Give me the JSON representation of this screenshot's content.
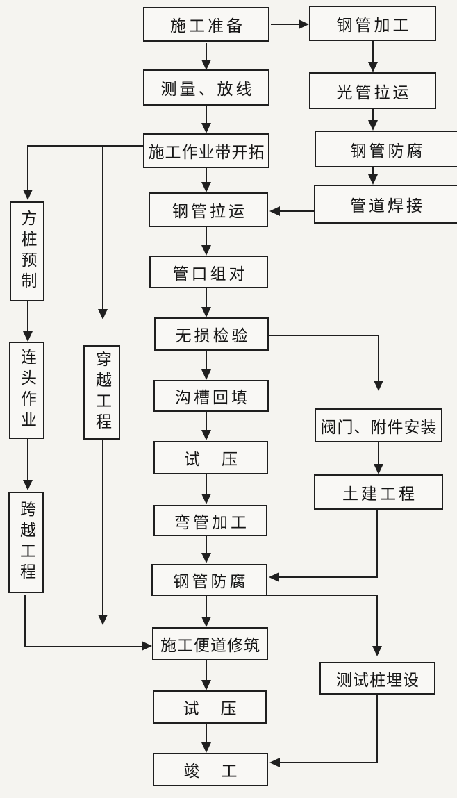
{
  "nodes": {
    "construction_preparation": "施工准备",
    "steel_pipe_processing": "钢管加工",
    "survey_layout": "测量、放线",
    "bare_pipe_hauling": "光管拉运",
    "work_strip_opening": "施工作业带开拓",
    "steel_pipe_coating_plant": "钢管防腐",
    "pipeline_welding": "管道焊接",
    "steel_pipe_hauling": "钢管拉运",
    "pipe_mouth_fitup": "管口组对",
    "ndt_inspection": "无损检验",
    "trench_backfill": "沟槽回填",
    "pressure_test_1": "试　压",
    "bend_pipe_processing": "弯管加工",
    "steel_pipe_coating_field": "钢管防腐",
    "access_road_construction": "施工便道修筑",
    "pressure_test_2": "试　压",
    "completion": "竣　工",
    "valve_fitting_installation": "阀门、附件安装",
    "civil_works": "土建工程",
    "test_pile_installation": "测试桩埋设",
    "square_pile_precast": "方桩预制",
    "tie_in_operation": "连头作业",
    "span_crossing_works": "跨越工程",
    "underground_crossing_works": "穿越工程"
  },
  "colors": {
    "background": "#f5f4f0",
    "box_fill": "#f9f8f5",
    "line": "#1f1f1f",
    "text": "#161616"
  }
}
